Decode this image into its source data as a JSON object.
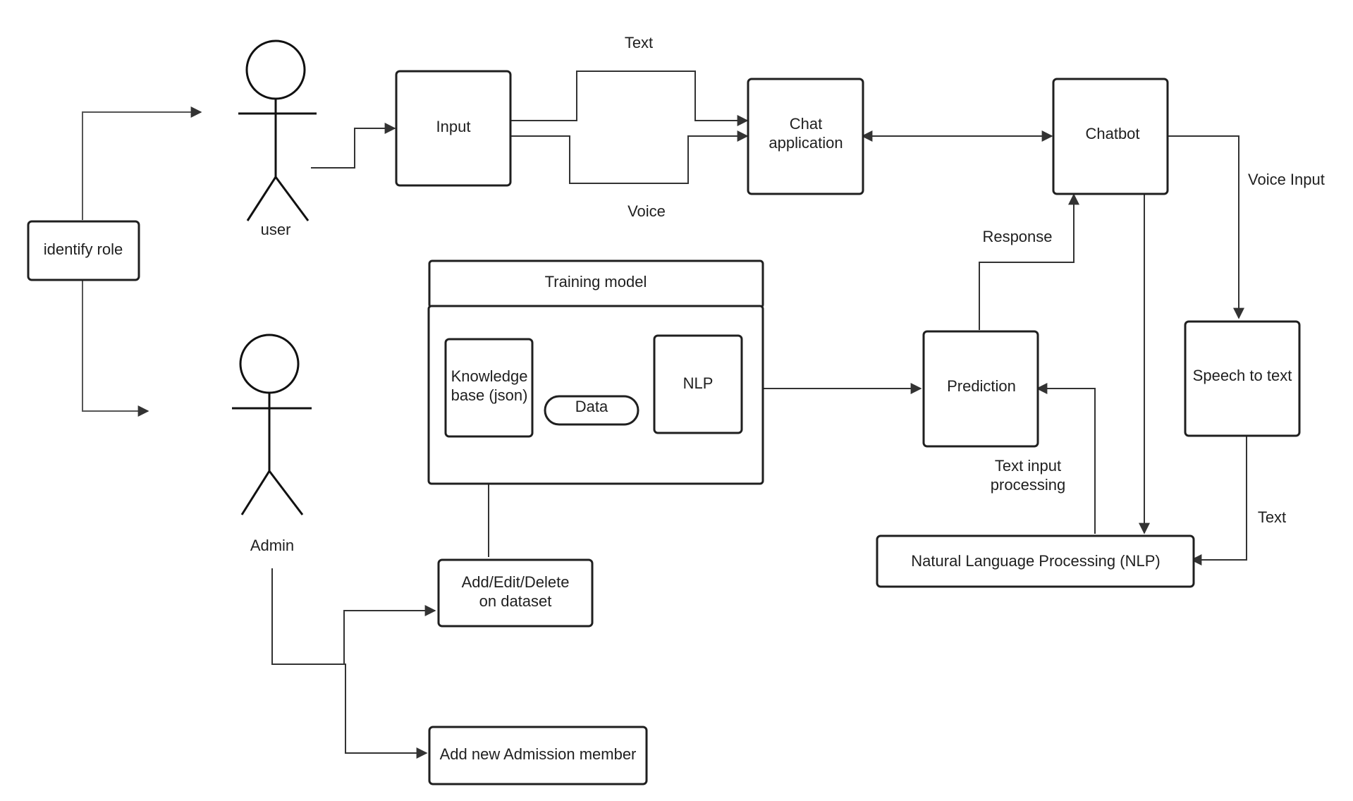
{
  "actors": {
    "user": "user",
    "admin": "Admin"
  },
  "nodes": {
    "identify_role": "identify role",
    "input": "Input",
    "chat_application": [
      "Chat",
      "application"
    ],
    "chatbot": "Chatbot",
    "training_model": "Training model",
    "knowledge_base": [
      "Knowledge",
      "base (json)"
    ],
    "data": "Data",
    "nlp": "NLP",
    "prediction": "Prediction",
    "speech_to_text": "Speech to text",
    "natural_language_processing": "Natural Language Processing (NLP)",
    "add_edit_delete": [
      "Add/Edit/Delete",
      "on dataset"
    ],
    "add_admission_member": "Add new Admission member"
  },
  "edge_labels": {
    "text_top": "Text",
    "voice": "Voice",
    "voice_input": "Voice Input",
    "response": "Response",
    "text_input_processing": [
      "Text input",
      "processing"
    ],
    "text_right": "Text"
  }
}
